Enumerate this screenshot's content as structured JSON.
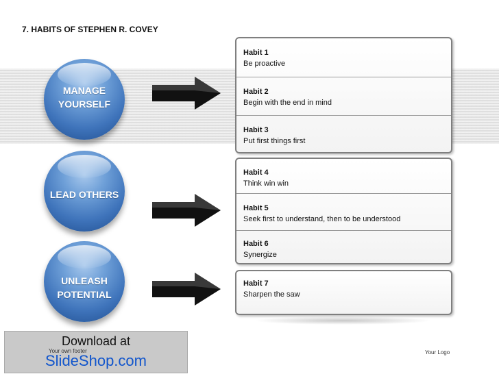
{
  "title": "7. HABITS OF STEPHEN R. COVEY",
  "spheres": [
    {
      "label_lines": [
        "MANAGE",
        "YOURSELF"
      ]
    },
    {
      "label_lines": [
        "LEAD OTHERS"
      ]
    },
    {
      "label_lines": [
        "UNLEASH",
        "POTENTIAL"
      ]
    }
  ],
  "habits": [
    {
      "title": "Habit 1",
      "text": "Be proactive"
    },
    {
      "title": "Habit 2",
      "text": "Begin with the end in mind"
    },
    {
      "title": "Habit 3",
      "text": "Put first things first"
    },
    {
      "title": "Habit 4",
      "text": "Think win win"
    },
    {
      "title": "Habit 5",
      "text": "Seek first to understand, then to be understood"
    },
    {
      "title": "Habit 6",
      "text": "Synergize"
    },
    {
      "title": "Habit 7",
      "text": "Sharpen the saw"
    }
  ],
  "footer": {
    "download_label": "Download at",
    "footer_text": "Your own footer",
    "site_link": "SlideShop.com",
    "logo_text": "Your Logo"
  },
  "colors": {
    "sphere_blue": "#3f74bb",
    "arrow_dark": "#111111",
    "link_blue": "#1155cc"
  },
  "icons": [
    "right-arrow-icon"
  ]
}
